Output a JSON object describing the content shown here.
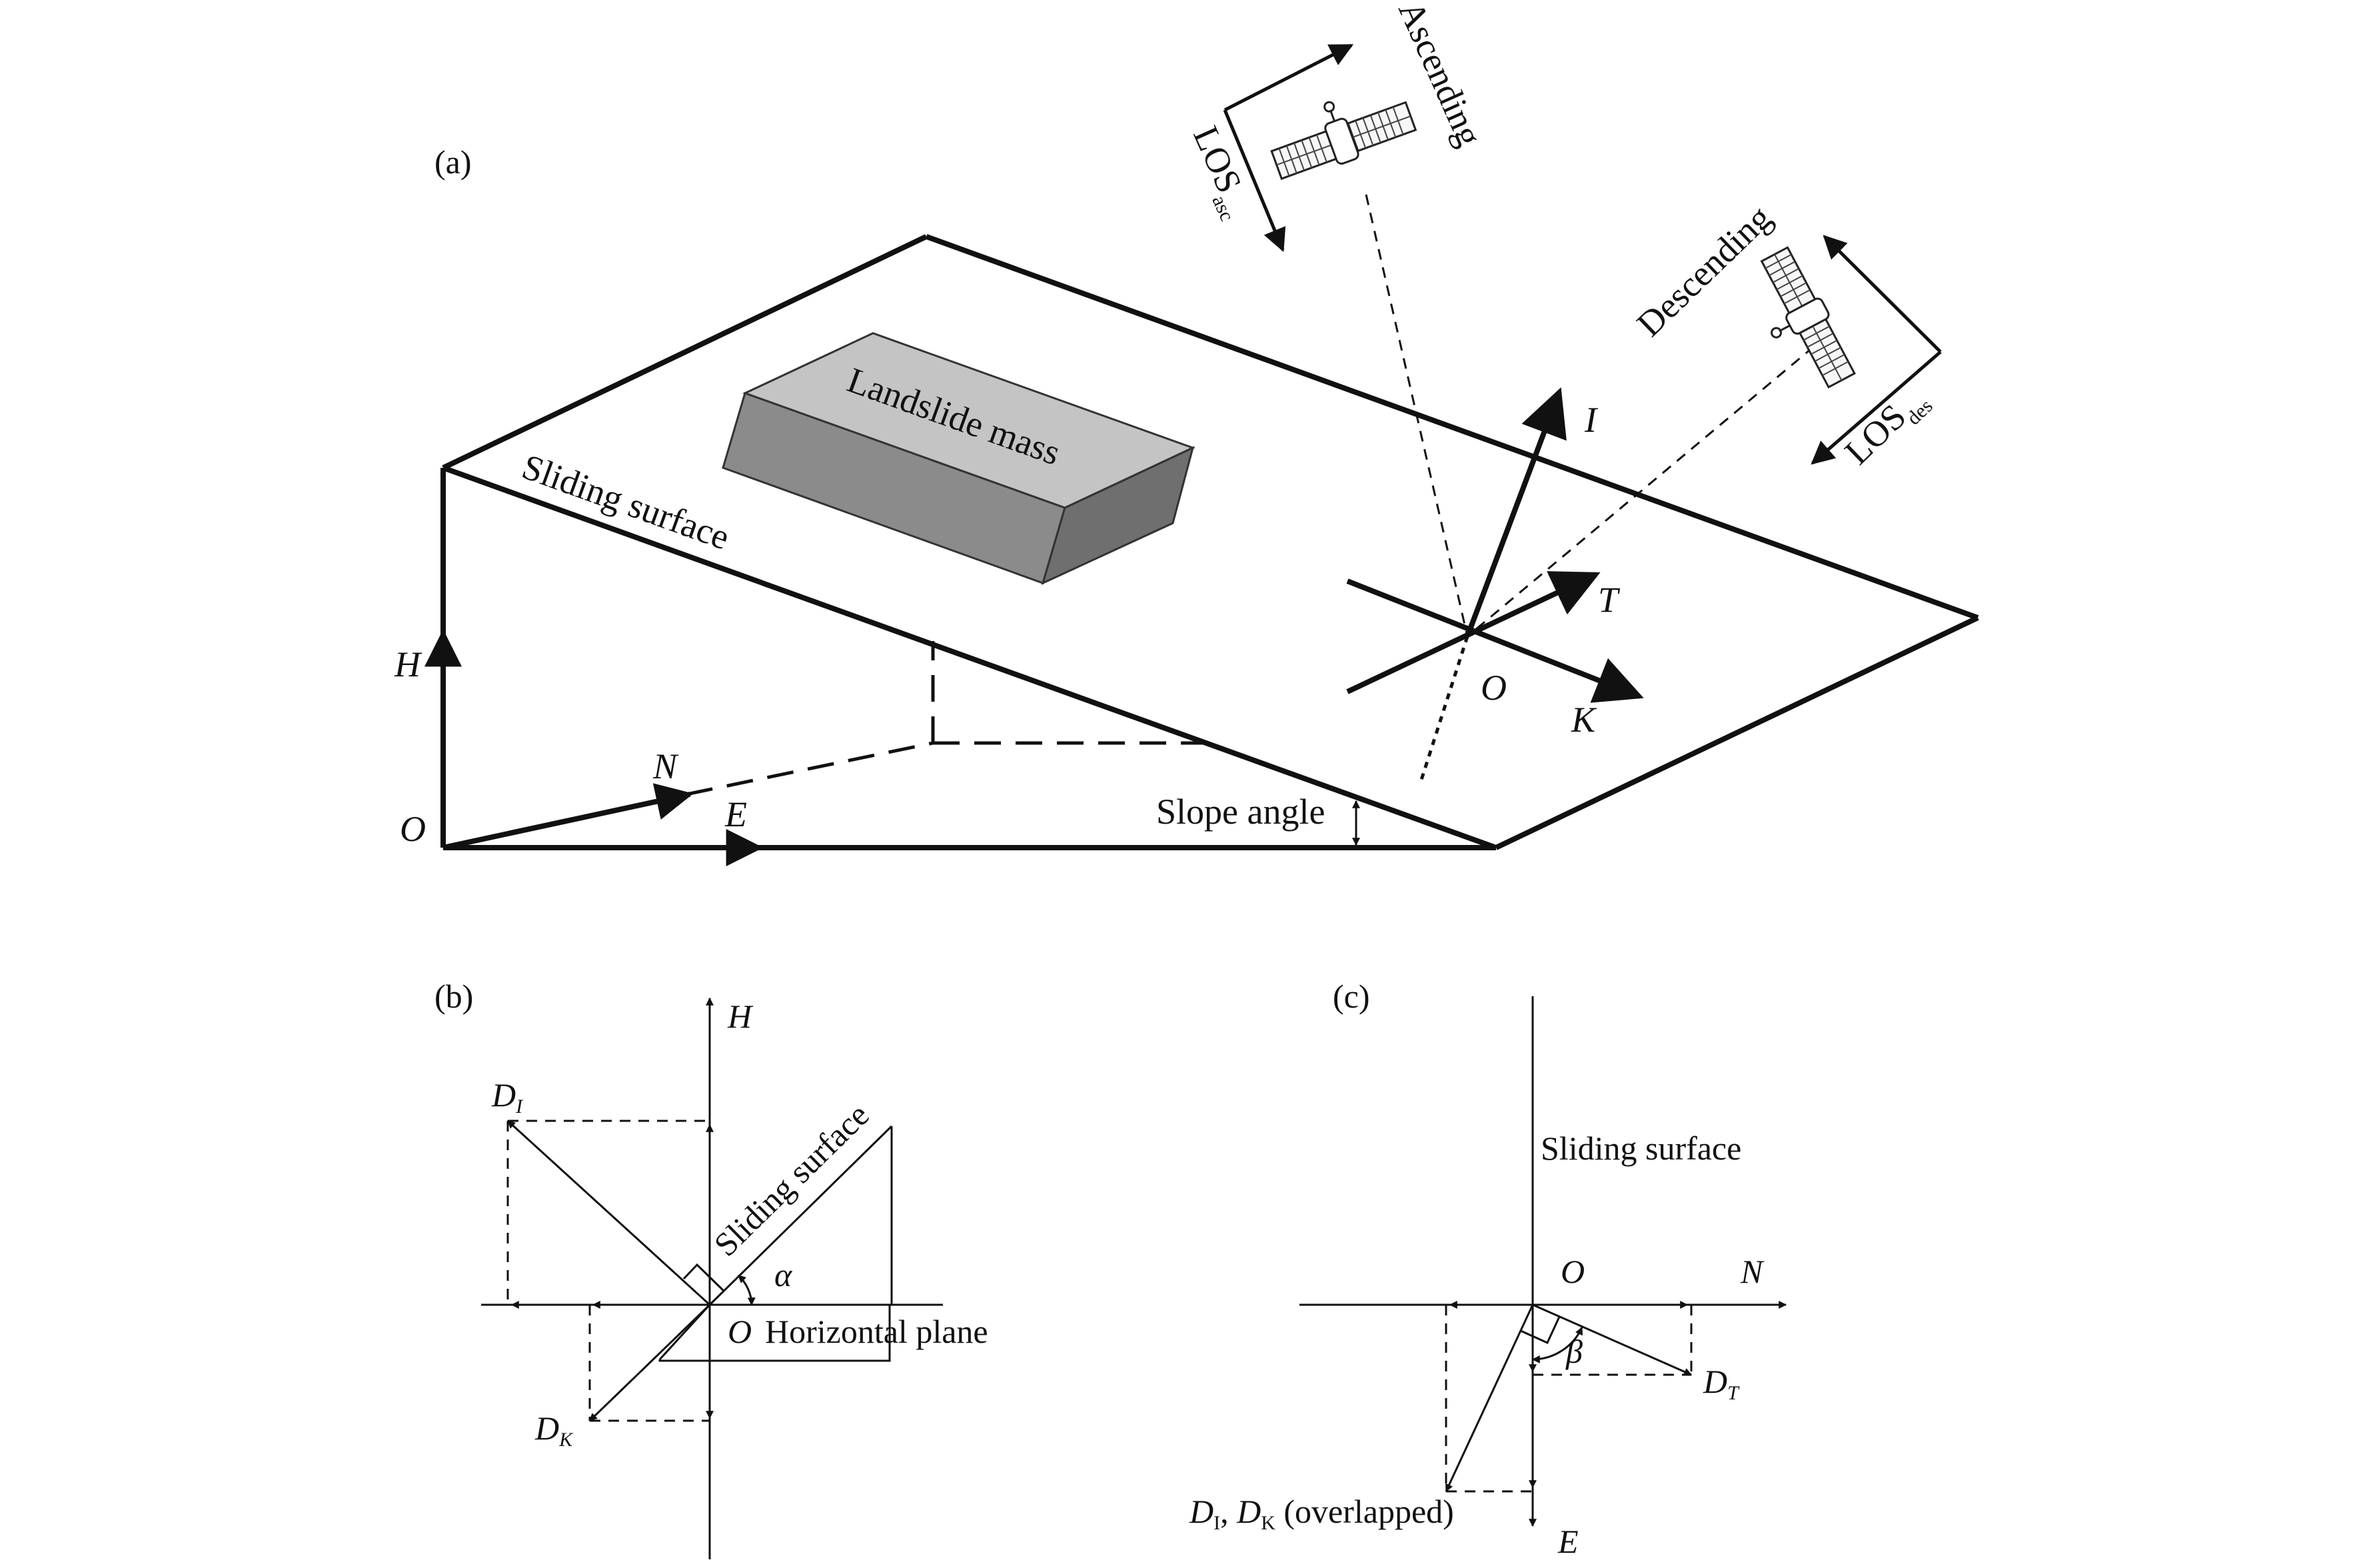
{
  "panel_a": {
    "label": "(a)",
    "landslide_mass": "Landslide mass",
    "sliding_surface": "Sliding surface",
    "slope_angle": "Slope angle",
    "axis_H": "H",
    "axis_N": "N",
    "axis_E": "E",
    "origin": "O",
    "axis_I": "I",
    "axis_T": "T",
    "axis_K": "K",
    "origin_slope": "O",
    "ascending": "Ascending",
    "descending": "Descending",
    "los_main": "LOS",
    "los_asc_sub": "asc",
    "los_des_sub": "des"
  },
  "panel_b": {
    "label": "(b)",
    "axis_H": "H",
    "origin": "O",
    "horizontal_plane": "Horizontal plane",
    "sliding_surface": "Sliding surface",
    "alpha": "α",
    "d_main": "D",
    "d_i_sub": "I",
    "d_k_sub": "K"
  },
  "panel_c": {
    "label": "(c)",
    "sliding_surface": "Sliding surface",
    "origin": "O",
    "axis_N": "N",
    "axis_E": "E",
    "beta": "β",
    "d_main": "D",
    "d_t_sub": "T",
    "d_i_sub": "I",
    "d_k_sub": "K",
    "overlap_sep": ", ",
    "overlapped_note": " (overlapped)"
  }
}
